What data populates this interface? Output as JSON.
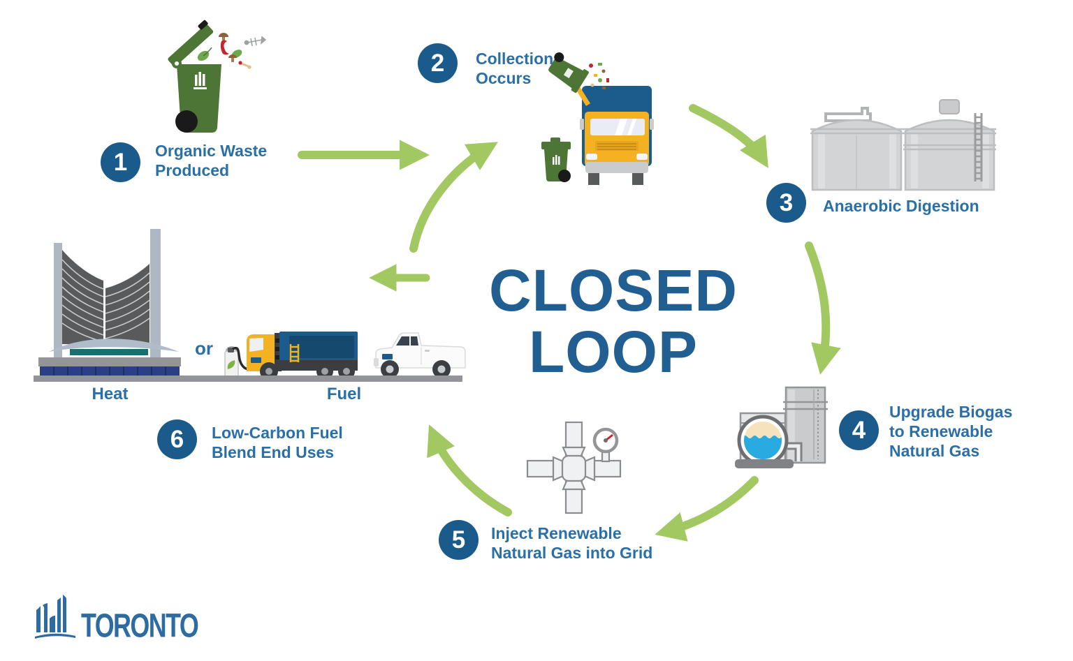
{
  "center_title": {
    "line1": "CLOSED",
    "line2": "LOOP"
  },
  "steps": [
    {
      "number": "1",
      "label": "Organic Waste Produced"
    },
    {
      "number": "2",
      "label": "Collection Occurs"
    },
    {
      "number": "3",
      "label": "Anaerobic Digestion"
    },
    {
      "number": "4",
      "label": "Upgrade Biogas to Renewable Natural Gas"
    },
    {
      "number": "5",
      "label": "Inject Renewable Natural Gas into Grid"
    },
    {
      "number": "6",
      "label": "Low-Carbon Fuel Blend End Uses"
    }
  ],
  "end_use_labels": {
    "heat": "Heat",
    "or": "or",
    "fuel": "Fuel"
  },
  "logo": {
    "wordmark": "TORONTO"
  },
  "icons": [
    "green-organics-bin-icon",
    "collection-truck-icon",
    "digester-tanks-icon",
    "biogas-upgrader-icon",
    "gas-pipeline-icon",
    "city-hall-icon",
    "fuel-truck-icon",
    "pickup-truck-icon",
    "fuel-pump-icon",
    "toronto-logo-icon"
  ],
  "colors": {
    "circle_blue": "#1A5B8C",
    "label_blue": "#2A6FA8",
    "title_blue": "#215E92",
    "arrow_green": "#A2C861",
    "bin_green": "#4D7535",
    "truck_yellow": "#F4B223",
    "truck_blue": "#1B5C8D",
    "tank_gray": "#D2D4D5",
    "teal_band": "#1B6E6E",
    "gas_cream": "#F6E3BE",
    "water_blue": "#29ABE2",
    "gauge_red": "#CC2229",
    "logo_blue": "#2D6CA2"
  }
}
